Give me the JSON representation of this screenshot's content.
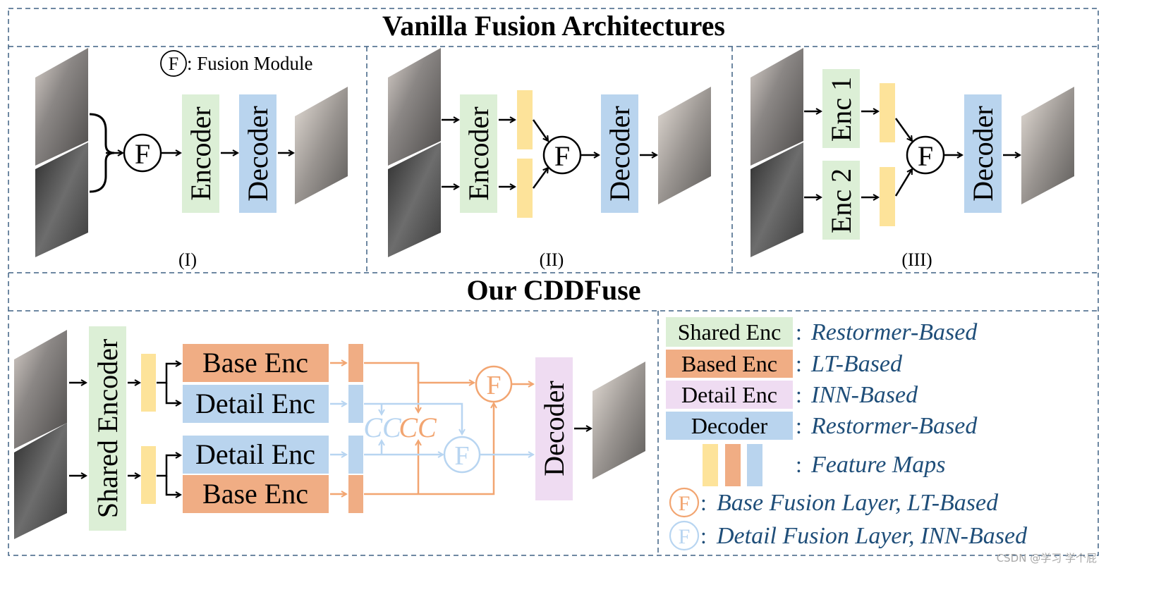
{
  "titles": {
    "vanilla": "Vanilla Fusion Architectures",
    "ours": "Our CDDFuse"
  },
  "arch1": {
    "label": "(I)",
    "fusion_note_symbol": "F",
    "fusion_note_text": ": Fusion Module",
    "fusion_symbol": "F",
    "encoder": "Encoder",
    "decoder": "Decoder"
  },
  "arch2": {
    "label": "(II)",
    "fusion_symbol": "F",
    "encoder": "Encoder",
    "decoder": "Decoder"
  },
  "arch3": {
    "label": "(III)",
    "fusion_symbol": "F",
    "enc1": "Enc 1",
    "enc2": "Enc 2",
    "decoder": "Decoder"
  },
  "cddfuse": {
    "shared_encoder": "Shared Encoder",
    "base_enc_top": "Base Enc",
    "detail_enc_top": "Detail Enc",
    "detail_enc_bottom": "Detail Enc",
    "base_enc_bottom": "Base Enc",
    "cc_blue": "CC",
    "cc_orange": "CC",
    "base_fusion_symbol": "F",
    "detail_fusion_symbol": "F",
    "decoder": "Decoder"
  },
  "legend": {
    "shared_enc": "Shared Enc",
    "shared_enc_desc": "Restormer-Based",
    "based_enc": "Based Enc",
    "based_enc_desc": "LT-Based",
    "detail_enc": "Detail Enc",
    "detail_enc_desc": "INN-Based",
    "decoder": "Decoder",
    "decoder_desc": "Restormer-Based",
    "feature_maps_desc": "Feature Maps",
    "base_fusion_symbol": "F",
    "base_fusion_desc": "Base Fusion Layer, LT-Based",
    "detail_fusion_symbol": "F",
    "detail_fusion_desc": "Detail Fusion Layer, INN-Based",
    "colon": ":"
  },
  "watermark": "CSDN @学习 学个屁",
  "colors": {
    "green": "#dcefd6",
    "blue": "#b9d4ee",
    "orange": "#f0ad84",
    "yellow": "#fde39a",
    "pink": "#efdcf2",
    "orange_line": "#f2a571",
    "blue_line": "#b8d5f1",
    "frame": "#3e6083",
    "legend_text": "#1f4e79"
  }
}
